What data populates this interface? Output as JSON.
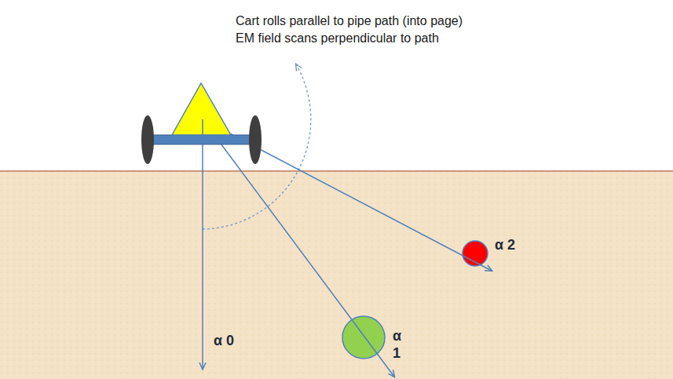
{
  "diagram": {
    "labels": [
      "Cart rolls parallel to pipe path (into page)",
      "EM field scans perpendicular to path",
      "α 2",
      "α 0",
      "α 1"
    ]
  }
}
